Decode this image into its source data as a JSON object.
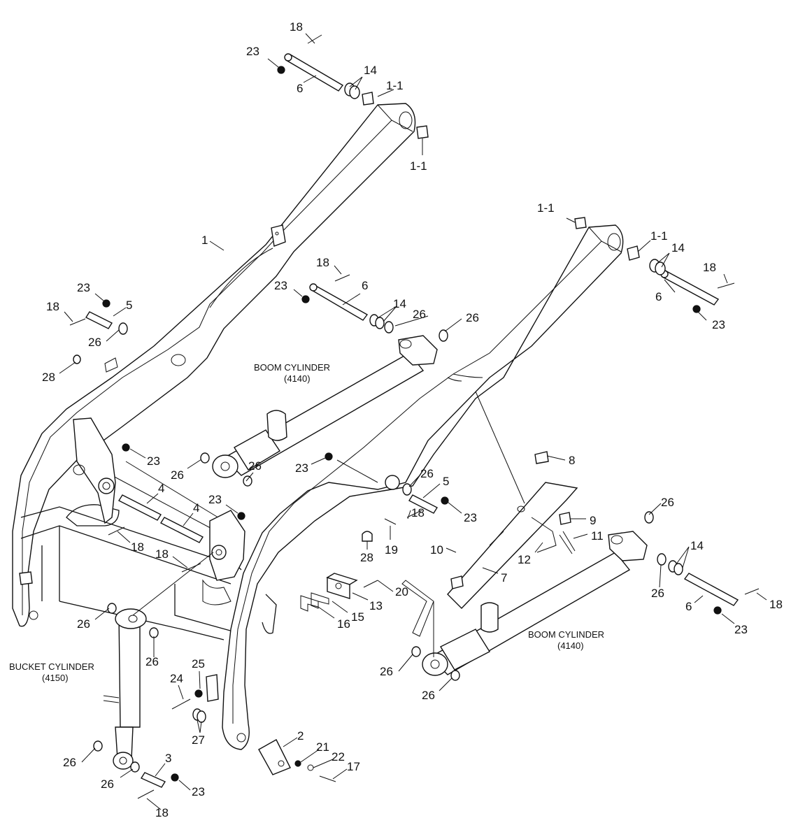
{
  "callouts": {
    "c18a": "18",
    "c23a": "23",
    "c14a": "14",
    "c6a": "6",
    "c11a": "1-1",
    "c11b": "1-1",
    "c11c": "1-1",
    "c11d": "1-1",
    "c14b": "14",
    "c18b": "18",
    "c6b": "6",
    "c23b": "23",
    "c1": "1",
    "c18c": "18",
    "c23c": "23",
    "c6c": "6",
    "c14c": "14",
    "c26a": "26",
    "c26b": "26",
    "c23d": "23",
    "c5a": "5",
    "c18d": "18",
    "c26c": "26",
    "c28a": "28",
    "c23e": "23",
    "c26d": "26",
    "c26e": "26",
    "c4a": "4",
    "c4b": "4",
    "c23f": "23",
    "c18e": "18",
    "c18f": "18",
    "c23g": "23",
    "c26f": "26",
    "c5b": "5",
    "c23h": "23",
    "c18g": "18",
    "c19": "19",
    "c28b": "28",
    "c8": "8",
    "c26g": "26",
    "c9": "9",
    "c10": "10",
    "c11": "11",
    "c12": "12",
    "c7": "7",
    "c14d": "14",
    "c26h": "26",
    "c6d": "6",
    "c18h": "18",
    "c23i": "23",
    "c20": "20",
    "c13": "13",
    "c15": "15",
    "c16": "16",
    "c26i": "26",
    "c26j": "26",
    "c24": "24",
    "c25": "25",
    "c27": "27",
    "c2": "2",
    "c21": "21",
    "c22": "22",
    "c17": "17",
    "c26k": "26",
    "c3": "3",
    "c26l": "26",
    "c23j": "23",
    "c18i": "18",
    "c26m": "26",
    "c26n": "26"
  },
  "captions": {
    "boom_cyl_1_name": "BOOM CYLINDER",
    "boom_cyl_1_code": "(4140)",
    "boom_cyl_2_name": "BOOM CYLINDER",
    "boom_cyl_2_code": "(4140)",
    "bucket_cyl_name": "BUCKET CYLINDER",
    "bucket_cyl_code": "(4150)"
  }
}
